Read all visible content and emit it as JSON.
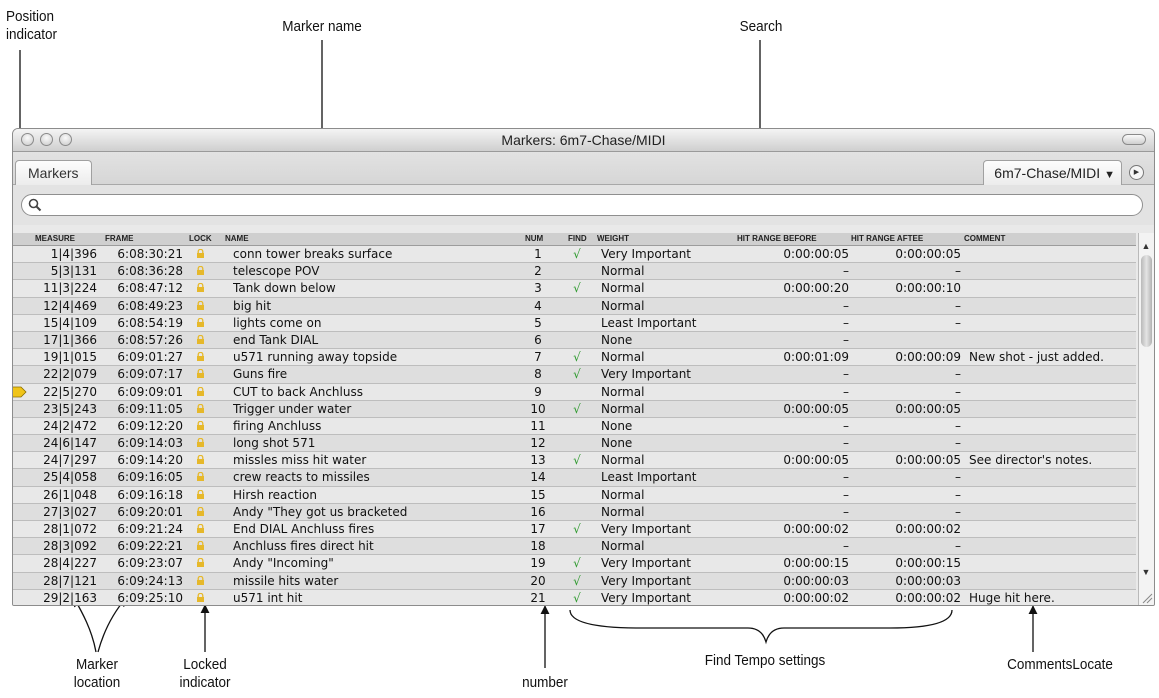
{
  "annotations": {
    "position_indicator": [
      "Position",
      "indicator"
    ],
    "marker_name": "Marker name",
    "search": "Search",
    "marker_location": [
      "Marker",
      "location"
    ],
    "locked_indicator": [
      "Locked",
      "indicator"
    ],
    "number": "number",
    "find_tempo": "Find Tempo settings",
    "comments_locate": "CommentsLocate"
  },
  "window": {
    "title": "Markers: 6m7-Chase/MIDI",
    "tab": "Markers",
    "track_selector": "6m7-Chase/MIDI",
    "search": {
      "value": "",
      "placeholder": ""
    }
  },
  "table": {
    "columns": {
      "measure": "MEASURE",
      "frame": "FRAME",
      "lock": "LOCK",
      "name": "NAME",
      "num": "NUM",
      "find": "FIND",
      "weight": "WEIGHT",
      "hit_before": "HIT RANGE BEFORE",
      "hit_after": "HIT RANGE AFTEE",
      "comment": "COMMENT"
    },
    "rows": [
      {
        "measure": "1|4|396",
        "frame": "6:08:30:21",
        "name": "conn tower breaks surface",
        "num": "1",
        "find": "√",
        "weight": "Very Important",
        "before": "0:00:00:05",
        "after": "0:00:00:05",
        "comment": ""
      },
      {
        "measure": "5|3|131",
        "frame": "6:08:36:28",
        "name": "telescope POV",
        "num": "2",
        "find": "",
        "weight": "Normal",
        "before": "–",
        "after": "–",
        "comment": ""
      },
      {
        "measure": "11|3|224",
        "frame": "6:08:47:12",
        "name": "Tank down below",
        "num": "3",
        "find": "√",
        "weight": "Normal",
        "before": "0:00:00:20",
        "after": "0:00:00:10",
        "comment": ""
      },
      {
        "measure": "12|4|469",
        "frame": "6:08:49:23",
        "name": "big hit",
        "num": "4",
        "find": "",
        "weight": "Normal",
        "before": "–",
        "after": "–",
        "comment": ""
      },
      {
        "measure": "15|4|109",
        "frame": "6:08:54:19",
        "name": "lights come on",
        "num": "5",
        "find": "",
        "weight": "Least Important",
        "before": "–",
        "after": "–",
        "comment": ""
      },
      {
        "measure": "17|1|366",
        "frame": "6:08:57:26",
        "name": "end Tank DIAL",
        "num": "6",
        "find": "",
        "weight": "None",
        "before": "–",
        "after": "",
        "comment": ""
      },
      {
        "measure": "19|1|015",
        "frame": "6:09:01:27",
        "name": "u571 running away topside",
        "num": "7",
        "find": "√",
        "weight": "Normal",
        "before": "0:00:01:09",
        "after": "0:00:00:09",
        "comment": "New shot - just added."
      },
      {
        "measure": "22|2|079",
        "frame": "6:09:07:17",
        "name": "Guns fire",
        "num": "8",
        "find": "√",
        "weight": "Very Important",
        "before": "–",
        "after": "–",
        "comment": ""
      },
      {
        "measure": "22|5|270",
        "frame": "6:09:09:01",
        "name": "CUT to back Anchluss",
        "num": "9",
        "find": "",
        "weight": "Normal",
        "before": "–",
        "after": "–",
        "comment": "",
        "current": true
      },
      {
        "measure": "23|5|243",
        "frame": "6:09:11:05",
        "name": "Trigger under water",
        "num": "10",
        "find": "√",
        "weight": "Normal",
        "before": "0:00:00:05",
        "after": "0:00:00:05",
        "comment": ""
      },
      {
        "measure": "24|2|472",
        "frame": "6:09:12:20",
        "name": "firing Anchluss",
        "num": "11",
        "find": "",
        "weight": "None",
        "before": "–",
        "after": "–",
        "comment": ""
      },
      {
        "measure": "24|6|147",
        "frame": "6:09:14:03",
        "name": "long shot 571",
        "num": "12",
        "find": "",
        "weight": "None",
        "before": "–",
        "after": "–",
        "comment": ""
      },
      {
        "measure": "24|7|297",
        "frame": "6:09:14:20",
        "name": "missles miss hit water",
        "num": "13",
        "find": "√",
        "weight": "Normal",
        "before": "0:00:00:05",
        "after": "0:00:00:05",
        "comment": "See director's notes."
      },
      {
        "measure": "25|4|058",
        "frame": "6:09:16:05",
        "name": "crew reacts to missiles",
        "num": "14",
        "find": "",
        "weight": "Least Important",
        "before": "–",
        "after": "–",
        "comment": ""
      },
      {
        "measure": "26|1|048",
        "frame": "6:09:16:18",
        "name": "Hirsh reaction",
        "num": "15",
        "find": "",
        "weight": "Normal",
        "before": "–",
        "after": "–",
        "comment": ""
      },
      {
        "measure": "27|3|027",
        "frame": "6:09:20:01",
        "name": "Andy \"They got us bracketed",
        "num": "16",
        "find": "",
        "weight": "Normal",
        "before": "–",
        "after": "–",
        "comment": ""
      },
      {
        "measure": "28|1|072",
        "frame": "6:09:21:24",
        "name": "End DIAL Anchluss fires",
        "num": "17",
        "find": "√",
        "weight": "Very Important",
        "before": "0:00:00:02",
        "after": "0:00:00:02",
        "comment": ""
      },
      {
        "measure": "28|3|092",
        "frame": "6:09:22:21",
        "name": "Anchluss fires direct hit",
        "num": "18",
        "find": "",
        "weight": "Normal",
        "before": "–",
        "after": "–",
        "comment": ""
      },
      {
        "measure": "28|4|227",
        "frame": "6:09:23:07",
        "name": "Andy \"Incoming\"",
        "num": "19",
        "find": "√",
        "weight": "Very Important",
        "before": "0:00:00:15",
        "after": "0:00:00:15",
        "comment": ""
      },
      {
        "measure": "28|7|121",
        "frame": "6:09:24:13",
        "name": "missile hits water",
        "num": "20",
        "find": "√",
        "weight": "Very Important",
        "before": "0:00:00:03",
        "after": "0:00:00:03",
        "comment": ""
      },
      {
        "measure": "29|2|163",
        "frame": "6:09:25:10",
        "name": "u571 int hit",
        "num": "21",
        "find": "√",
        "weight": "Very Important",
        "before": "0:00:00:02",
        "after": "0:00:00:02",
        "comment": "Huge hit here."
      }
    ]
  },
  "colors": {
    "lock": "#e6b82a",
    "position_marker": "#f0c419",
    "check": "#2e9a2e"
  }
}
